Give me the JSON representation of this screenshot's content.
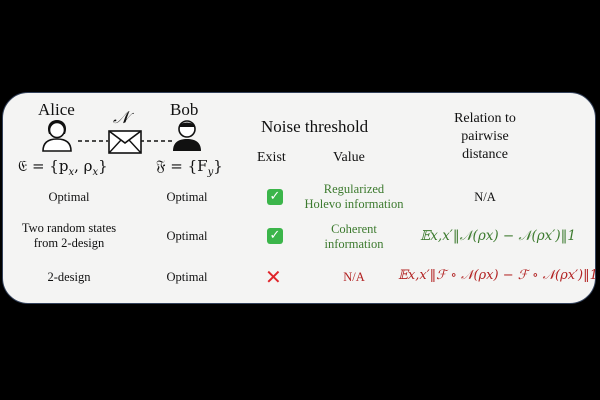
{
  "alice": {
    "label": "Alice",
    "ensemble": "𝔈 = {p",
    "ensemble_sub_x": "x",
    "ensemble_mid": ", ρ",
    "ensemble_sub_x2": "x",
    "ensemble_end": "}"
  },
  "bob": {
    "label": "Bob",
    "measurement": "𝔉 = {F",
    "measurement_sub": "y",
    "measurement_end": "}"
  },
  "channel_symbol": "𝒩",
  "headers": {
    "noise_threshold": "Noise threshold",
    "exist": "Exist",
    "value": "Value",
    "relation": [
      "Relation to",
      "pairwise",
      "distance"
    ]
  },
  "rows": [
    {
      "alice": [
        "Optimal"
      ],
      "bob": "Optimal",
      "exist": "check",
      "value": [
        "Regularized",
        "Holevo information"
      ],
      "value_color": "green",
      "relation": "N/A",
      "relation_color": "black"
    },
    {
      "alice": [
        "Two random states",
        "from 2-design"
      ],
      "bob": "Optimal",
      "exist": "check",
      "value": [
        "Coherent",
        "information"
      ],
      "value_color": "green",
      "relation": "𝔼x,x′‖𝒩(ρx) − 𝒩(ρx′)‖1",
      "relation_color": "green"
    },
    {
      "alice": [
        "2-design"
      ],
      "bob": "Optimal",
      "exist": "cross",
      "value": [
        "N/A"
      ],
      "value_color": "red",
      "relation": "𝔼x,x′‖ℱ ∘ 𝒩(ρx) − ℱ ∘ 𝒩(ρx′)‖1",
      "relation_color": "red"
    }
  ],
  "colors": {
    "green": "#3c7a2e",
    "red": "#b22222",
    "check": "#3bb54a",
    "cross": "#e0242a",
    "border": "#33415a"
  }
}
